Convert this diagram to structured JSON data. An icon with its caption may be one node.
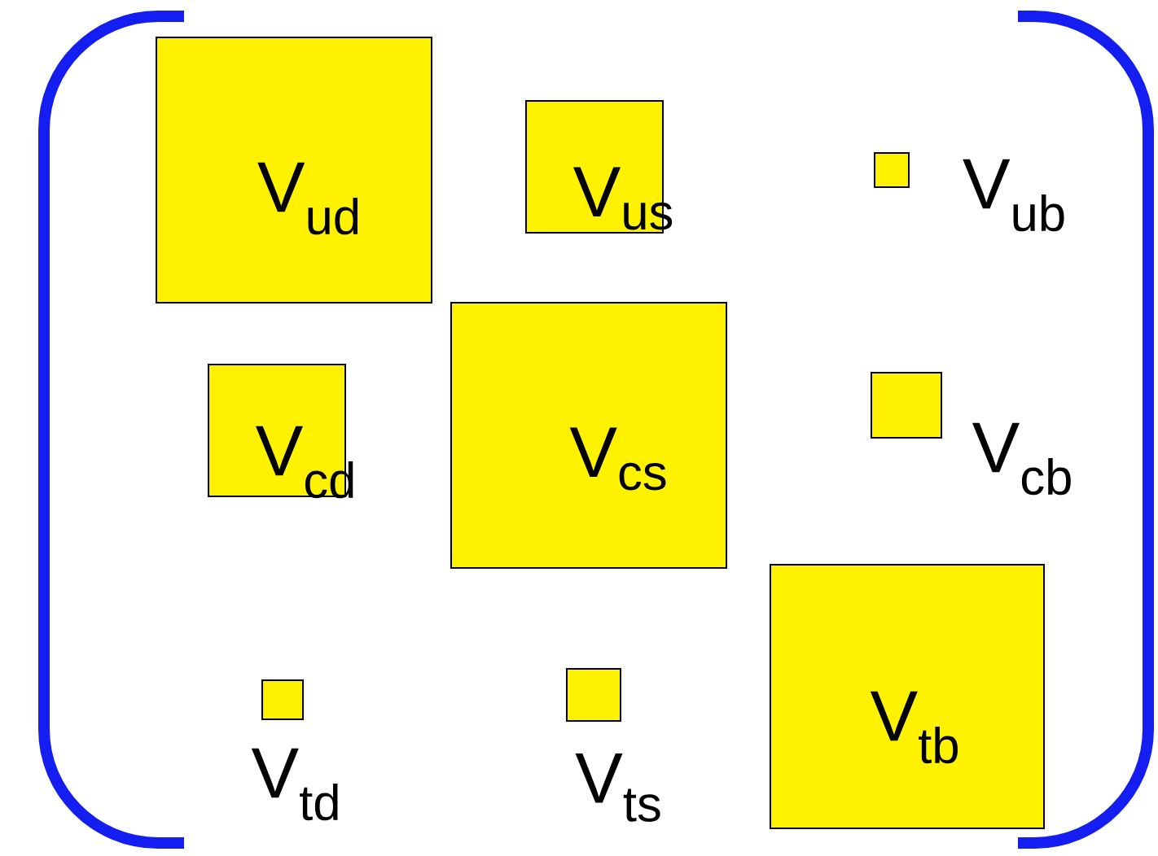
{
  "diagram": {
    "nodes": [
      {
        "text": [
          "V$_{ud}$"
        ]
      },
      {
        "text": [
          "V$_{us}$"
        ]
      },
      {
        "text": [],
        "shape": "box",
        "beside": [
          "V$_{ub}$"
        ]
      },
      {
        "text": [
          "V$_{cd}$"
        ]
      },
      {
        "text": [
          "V$_{cs}$"
        ]
      },
      {
        "text": [],
        "shape": "box",
        "beside": [
          "V$_{cb}$"
        ]
      },
      {
        "text": [],
        "shape": "box",
        "beside": [
          "V$_{td}$"
        ]
      },
      {
        "text": [],
        "shape": "box",
        "beside": [
          "V$_{ts}$"
        ]
      },
      {
        "text": [
          "V$_{tb}$"
        ]
      }
    ]
  }
}
